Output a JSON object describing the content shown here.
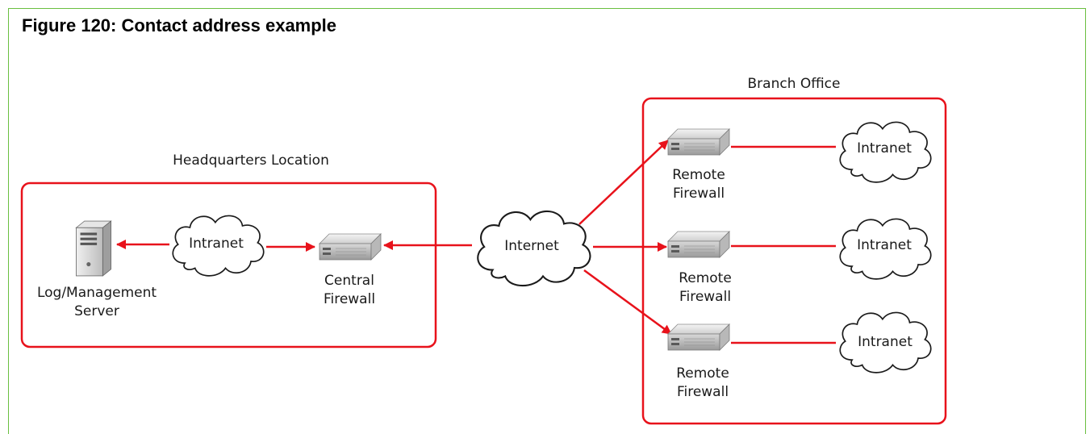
{
  "figure": {
    "caption": "Figure 120: Contact address example"
  },
  "colors": {
    "frame_border": "#6abf40",
    "network_link": "#e8121b",
    "zone_border": "#e8121b"
  },
  "headquarters": {
    "title": "Headquarters Location",
    "server_label_line1": "Log/Management",
    "server_label_line2": "Server",
    "intranet_label": "Intranet",
    "firewall_label_line1": "Central",
    "firewall_label_line2": "Firewall"
  },
  "internet": {
    "label": "Internet"
  },
  "branch": {
    "title": "Branch Office",
    "sites": [
      {
        "firewall_line1": "Remote",
        "firewall_line2": "Firewall",
        "intranet_label": "Intranet"
      },
      {
        "firewall_line1": "Remote",
        "firewall_line2": "Firewall",
        "intranet_label": "Intranet"
      },
      {
        "firewall_line1": "Remote",
        "firewall_line2": "Firewall",
        "intranet_label": "Intranet"
      }
    ]
  },
  "icons": {
    "server": "server-tower-icon",
    "firewall": "rack-firewall-icon",
    "cloud": "cloud-icon"
  }
}
